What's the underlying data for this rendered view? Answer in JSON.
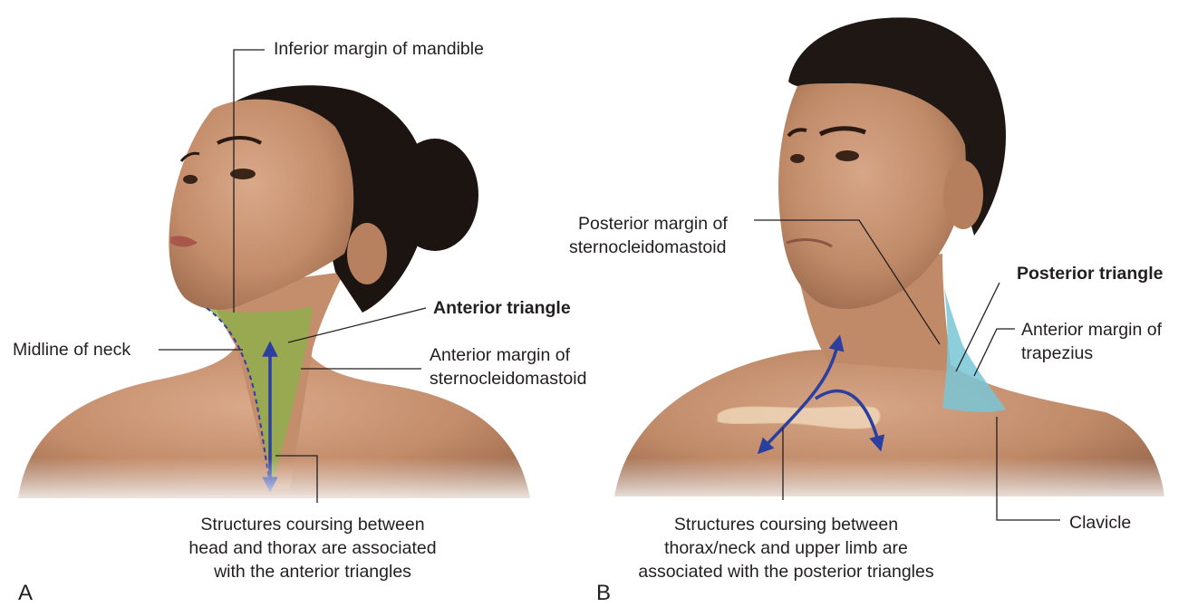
{
  "panel_a": {
    "letter": "A",
    "labels": {
      "inferior_margin": "Inferior margin of mandible",
      "anterior_triangle": "Anterior triangle",
      "midline": "Midline of neck",
      "anterior_margin_scm_1": "Anterior margin of",
      "anterior_margin_scm_2": "sternocleidomastoid",
      "caption_1": "Structures coursing between",
      "caption_2": "head and thorax are associated",
      "caption_3": "with the anterior triangles"
    },
    "colors": {
      "triangle": "#8fae4a",
      "arrow": "#2b3f9e",
      "skin": "#c99574",
      "hair": "#1c1410"
    }
  },
  "panel_b": {
    "letter": "B",
    "labels": {
      "posterior_margin_scm_1": "Posterior margin of",
      "posterior_margin_scm_2": "sternocleidomastoid",
      "posterior_triangle": "Posterior triangle",
      "anterior_margin_trap_1": "Anterior margin of",
      "anterior_margin_trap_2": "trapezius",
      "clavicle": "Clavicle",
      "caption_1": "Structures coursing between",
      "caption_2": "thorax/neck and upper limb are",
      "caption_3": "associated with the posterior triangles"
    },
    "colors": {
      "triangle": "#79c5d6",
      "arrow": "#2b3f9e",
      "clavicle": "#f3dcc0",
      "skin": "#c4906e",
      "hair": "#1e1714"
    }
  }
}
